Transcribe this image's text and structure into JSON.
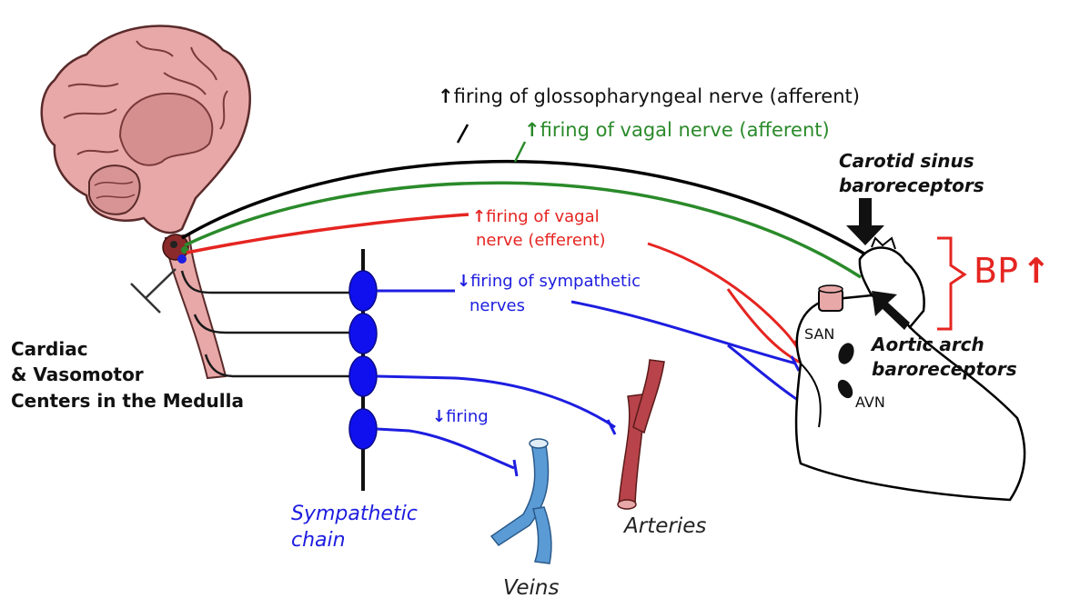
{
  "colors": {
    "afferent_glossopharyngeal": "#000000",
    "afferent_vagal": "#2a8a2a",
    "efferent_vagal": "#e52521",
    "sympathetic": "#1d1de0",
    "brain_fill": "#e8a8a8",
    "brain_outline": "#5a2a2a",
    "artery_fill": "#b8434a",
    "vein_fill": "#5b9bd5",
    "bp_label": "#e52521"
  },
  "labels": {
    "glossopharyngeal": {
      "arrow": "↑",
      "text": "firing of glossopharyngeal nerve (afferent)"
    },
    "vagal_afferent": {
      "arrow": "↑",
      "text": "firing of vagal nerve (afferent)"
    },
    "vagal_efferent": {
      "arrow": "↑",
      "line1": "firing of vagal",
      "line2": "nerve (efferent)"
    },
    "sympathetic_nerves": {
      "arrow": "↓",
      "line1": "firing of sympathetic",
      "line2": "nerves"
    },
    "sympathetic_firing": {
      "arrow": "↓",
      "text": "firing"
    },
    "carotid": {
      "line1": "Carotid sinus",
      "line2": "baroreceptors"
    },
    "aortic": {
      "line1": "Aortic arch",
      "line2": "baroreceptors"
    },
    "centers": {
      "line1": "Cardiac",
      "line2": "& Vasomotor",
      "line3": "Centers in the Medulla"
    },
    "san": "SAN",
    "avn": "AVN",
    "bp": {
      "text": "BP",
      "arrow": "↑"
    },
    "sympathetic_chain": {
      "line1": "Sympathetic",
      "line2": "chain"
    },
    "arteries": "Arteries",
    "veins": "Veins"
  },
  "icons": [
    "brain",
    "medulla",
    "sympathetic-ganglion",
    "heart",
    "artery",
    "vein",
    "nerve-terminal"
  ]
}
